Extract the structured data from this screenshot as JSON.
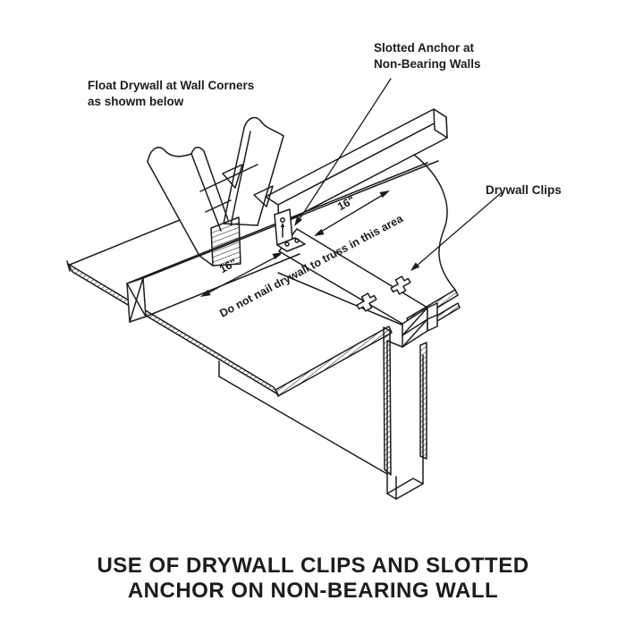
{
  "colors": {
    "ink": "#1c1c1c",
    "bg": "#ffffff"
  },
  "labels": {
    "float_corner": {
      "line1": "Float Drywall at Wall Corners",
      "line2": "as showm below"
    },
    "slotted_anchor": {
      "line1": "Slotted Anchor at",
      "line2": "Non-Bearing Walls"
    },
    "drywall_clips": "Drywall Clips",
    "dim_left": "16\"",
    "dim_right": "16\"",
    "no_nail_note": "Do not nail drywall to truss in this area"
  },
  "title": {
    "line1": "USE OF DRYWALL CLIPS AND SLOTTED",
    "line2": "ANCHOR ON NON-BEARING WALL"
  }
}
